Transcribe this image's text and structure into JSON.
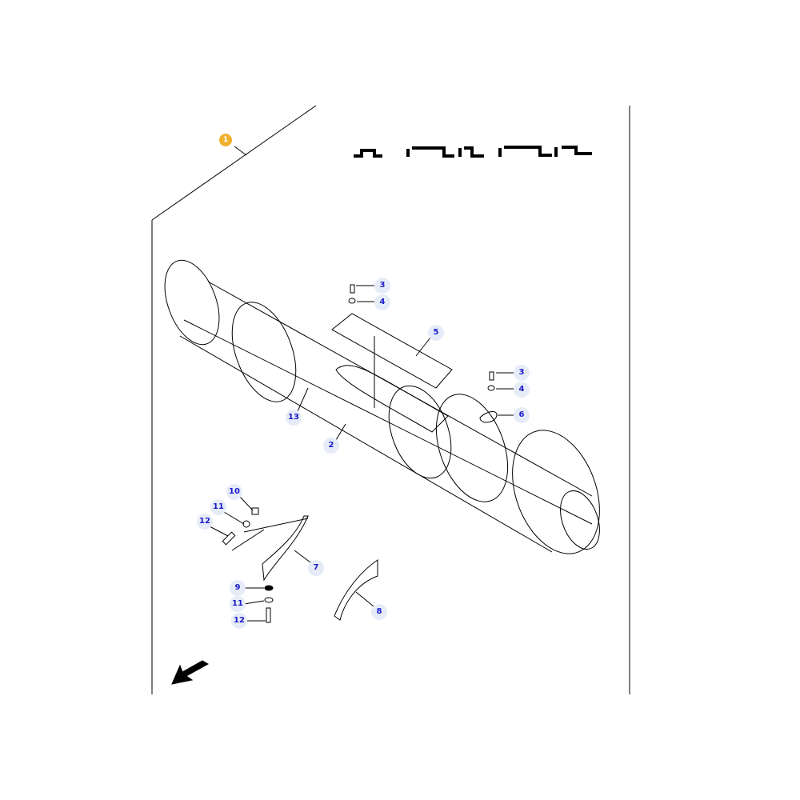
{
  "diagram": {
    "main_callout": "1",
    "callouts": [
      {
        "label": "3"
      },
      {
        "label": "4"
      },
      {
        "label": "5"
      },
      {
        "label": "3"
      },
      {
        "label": "4"
      },
      {
        "label": "6"
      },
      {
        "label": "13"
      },
      {
        "label": "2"
      },
      {
        "label": "10"
      },
      {
        "label": "11"
      },
      {
        "label": "12"
      },
      {
        "label": "7"
      },
      {
        "label": "9"
      },
      {
        "label": "11"
      },
      {
        "label": "12"
      },
      {
        "label": "8"
      }
    ],
    "colors": {
      "callout_text": "#1a1acc",
      "callout_bg": "#e6ecf7",
      "main_callout_bg": "#f0b030",
      "line": "#000000"
    }
  }
}
